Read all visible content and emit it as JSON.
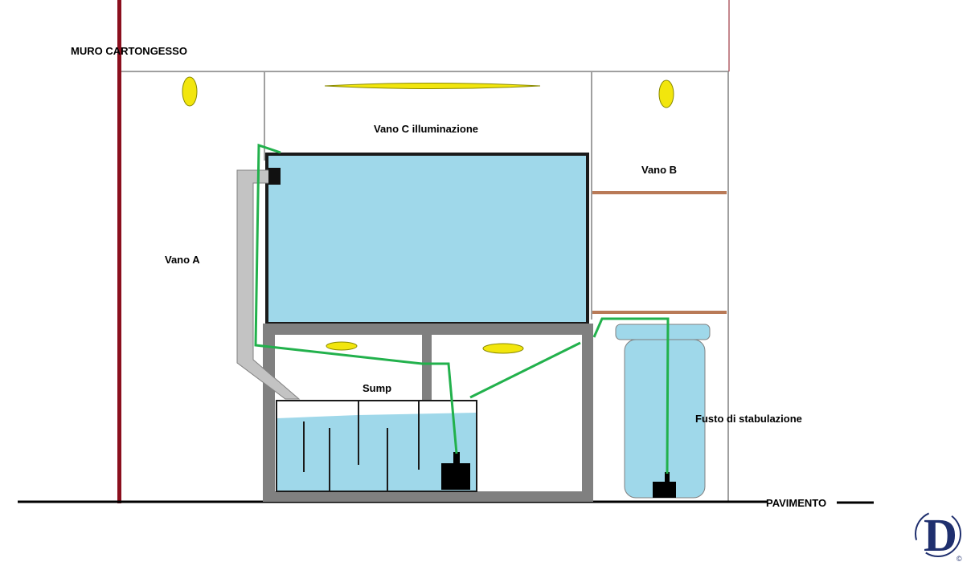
{
  "labels": {
    "wall": "MURO CARTONGESSO",
    "floor": "PAVIMENTO",
    "bay_a": "Vano A",
    "bay_b": "Vano B",
    "bay_c": "Vano C illuminazione",
    "sump": "Sump",
    "drum": "Fusto di stabulazione"
  },
  "logo": {
    "letter": "D",
    "mark": "©"
  },
  "colors": {
    "water": "#9fd8ea",
    "frame": "#808080",
    "wall": "#8b0f1e",
    "pipe": "#22b14c",
    "shelf": "#b97a57",
    "light": "#f2e60d",
    "pump": "#000000",
    "logo": "#1f2f6e"
  }
}
